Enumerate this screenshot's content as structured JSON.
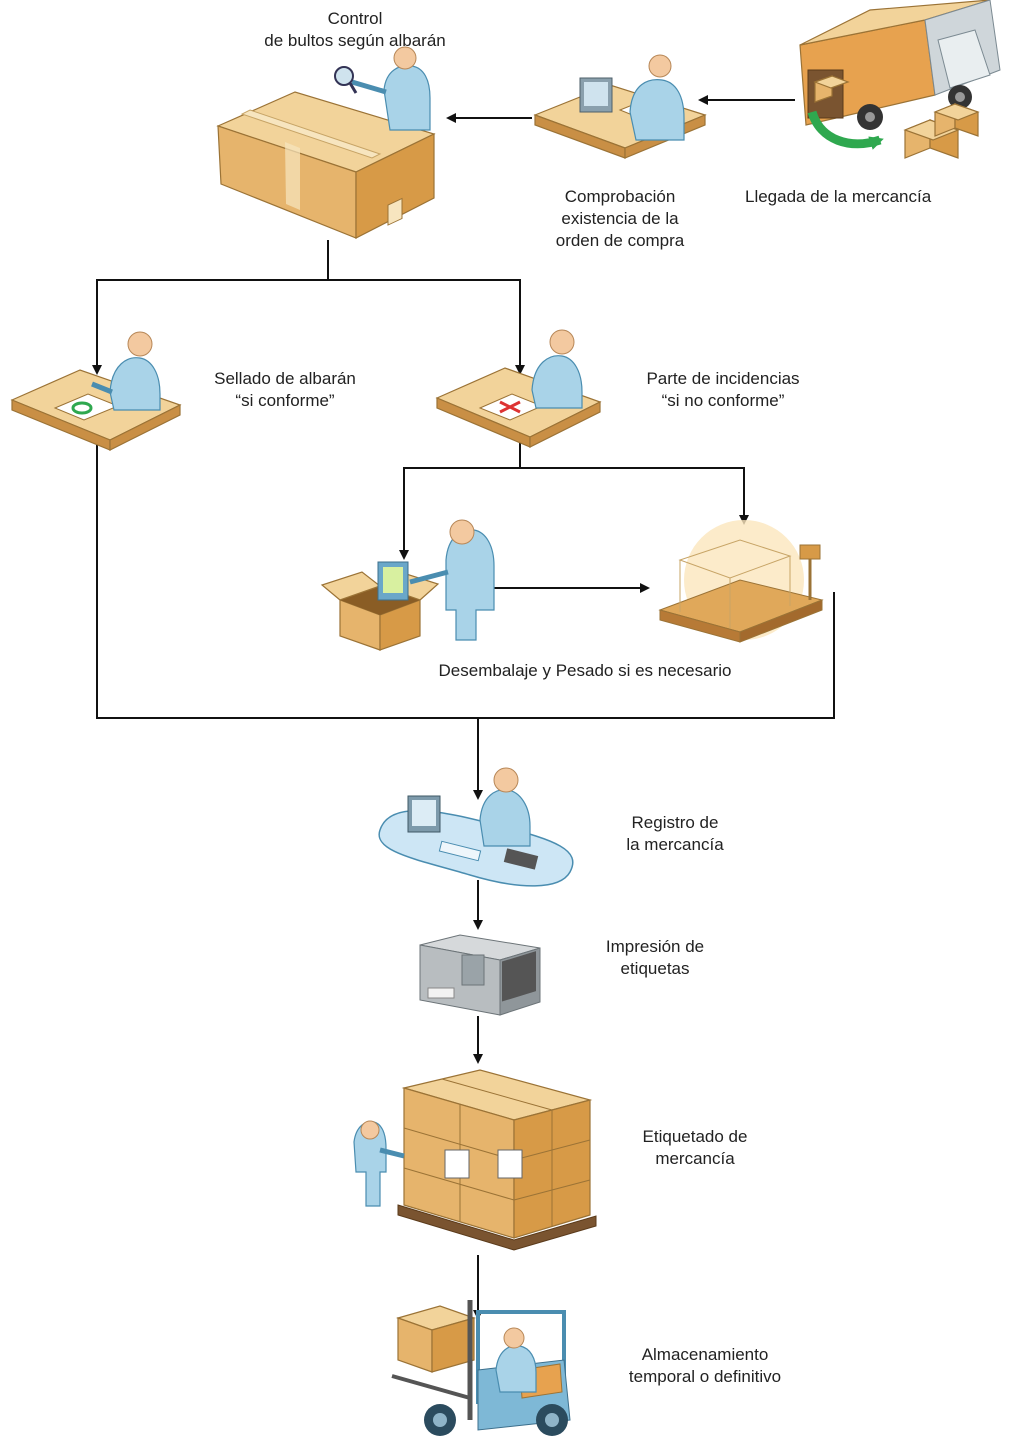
{
  "steps": {
    "llegada": {
      "line1": "Llegada de la mercancía"
    },
    "comprobacion": {
      "line1": "Comprobación",
      "line2": "existencia de la",
      "line3": "orden de compra"
    },
    "control": {
      "line1": "Control",
      "line2": "de bultos según albarán"
    },
    "sellado": {
      "line1": "Sellado de albarán",
      "line2": "“si conforme”"
    },
    "parte": {
      "line1": "Parte de incidencias",
      "line2": "“si no conforme”"
    },
    "desembalaje": {
      "line1": "Desembalaje y Pesado si es necesario"
    },
    "registro": {
      "line1": "Registro de",
      "line2": "la mercancía"
    },
    "impresion": {
      "line1": "Impresión de",
      "line2": "etiquetas"
    },
    "etiquetado": {
      "line1": "Etiquetado de",
      "line2": "mercancía"
    },
    "almacenamiento": {
      "line1": "Almacenamiento",
      "line2": "temporal o definitivo"
    }
  },
  "colors": {
    "line": "#111111",
    "person": "#a9d3e8",
    "box": "#e6b46c",
    "green_arrow": "#2fa84f"
  }
}
